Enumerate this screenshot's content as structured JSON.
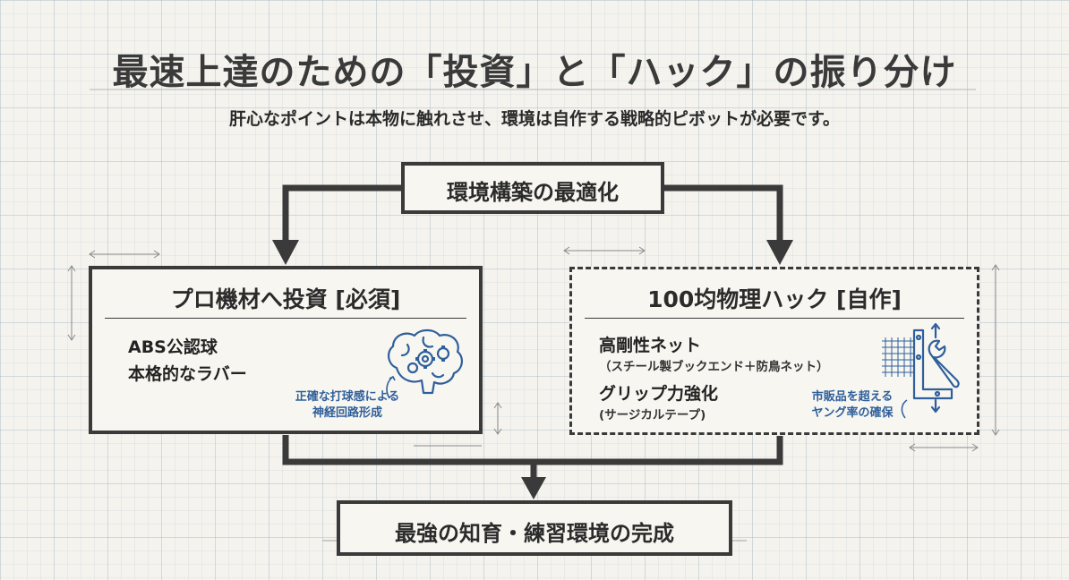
{
  "title": "最速上達のための「投資」と「ハック」の振り分け",
  "subtitle": "肝心なポイントは本物に触れさせ、環境は自作する戦略的ピボットが必要です。",
  "top_node": {
    "label": "環境構築の最適化"
  },
  "left_panel": {
    "title": "プロ機材へ投資 [必須]",
    "items": [
      "ABS公認球",
      "本格的なラバー"
    ],
    "note": [
      "正確な打球感による",
      "神経回路形成"
    ],
    "icon": "brain-gears-icon"
  },
  "right_panel": {
    "title": "100均物理ハック [自作]",
    "items": [
      {
        "label": "高剛性ネット",
        "detail": "（スチール製ブックエンド＋防鳥ネット）"
      },
      {
        "label": "グリップ力強化",
        "detail": "(サージカルテープ)"
      }
    ],
    "note": [
      "市販品を超える",
      "ヤング率の確保"
    ],
    "icon": "bookend-net-wrench-icon"
  },
  "bottom_node": {
    "label": "最強の知育・練習環境の完成"
  },
  "colors": {
    "ink": "#3a3a3a",
    "note_blue": "#2f5f9a",
    "paper": "#f4f3ee"
  }
}
